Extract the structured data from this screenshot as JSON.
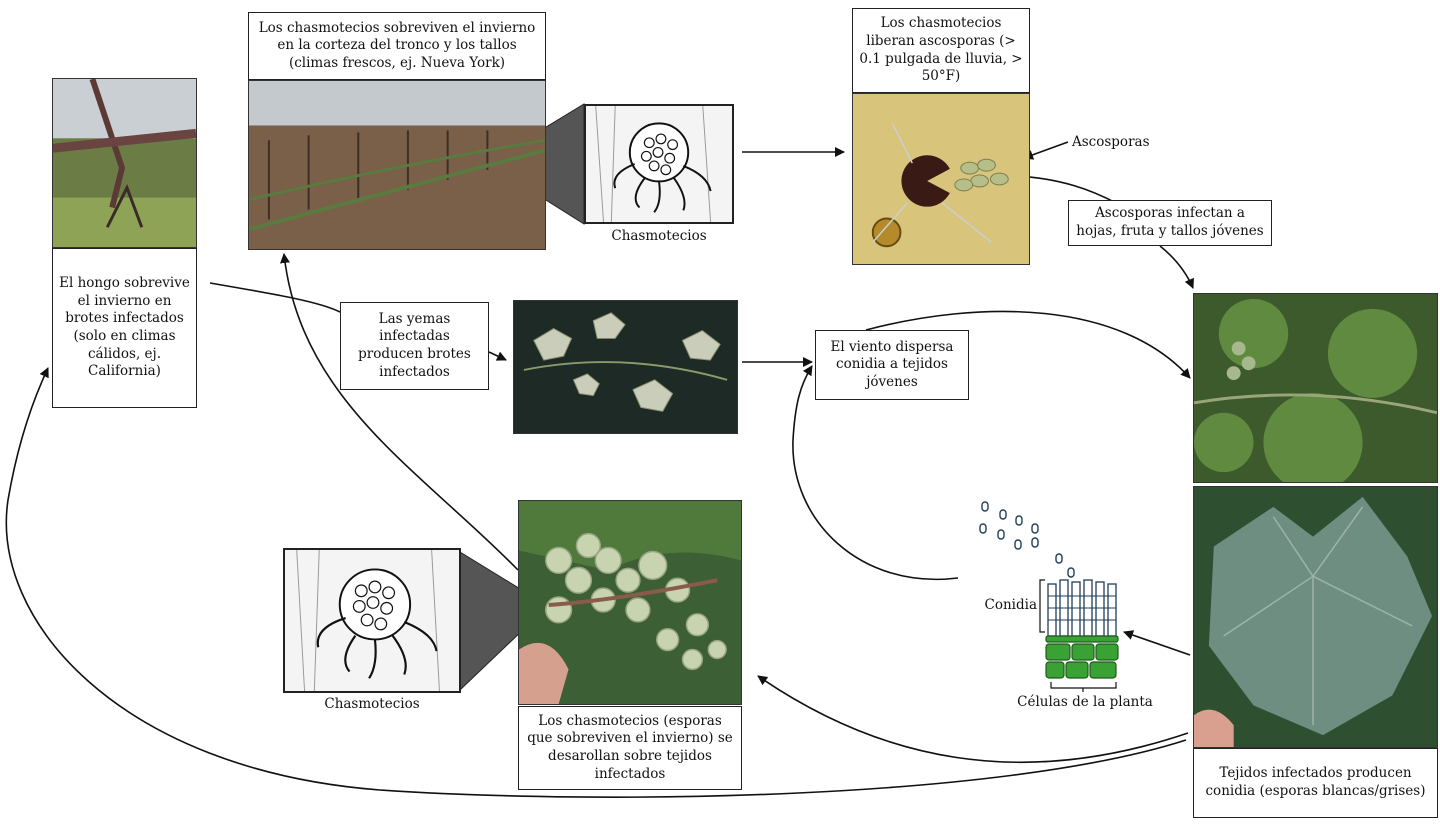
{
  "labels": {
    "winter_chasmothecia": "Los chasmotecios sobreviven el invierno en la corteza del tronco y los tallos (climas frescos, ej. Nueva York)",
    "release_ascospores": "Los chasmotecios liberan ascosporas (> 0.1 pulgada de lluvia, > 50°F)",
    "ascosporas": "Ascosporas",
    "ascospores_infect": "Ascosporas infectan a hojas, fruta y tallos jóvenes",
    "fungus_buds": "El hongo sobrevive el invierno en brotes infectados (solo en climas cálidos, ej. California)",
    "infected_buds": "Las yemas infectadas producen brotes infectados",
    "wind_conidia": "El viento dispersa conidia a tejidos jóvenes",
    "chasmotecios_top": "Chasmotecios",
    "chasmotecios_bottom": "Chasmotecios",
    "conidia": "Conidia",
    "plant_cells": "Células de la planta",
    "chasmothecia_develop": "Los chasmotecios (esporas que sobreviven el invierno) se desarollan sobre tejidos infectados",
    "infected_tissue_conidia": "Tejidos infectados producen conidia (esporas blancas/grises)"
  },
  "colors": {
    "arrow": "#111111",
    "plant_cell": "#3aa135",
    "conidia_stroke": "#1f3f5a",
    "leaf_green": "#4f7a3c",
    "vineyard_soil": "#7a6048",
    "micro_bg": "#d8c47a"
  }
}
